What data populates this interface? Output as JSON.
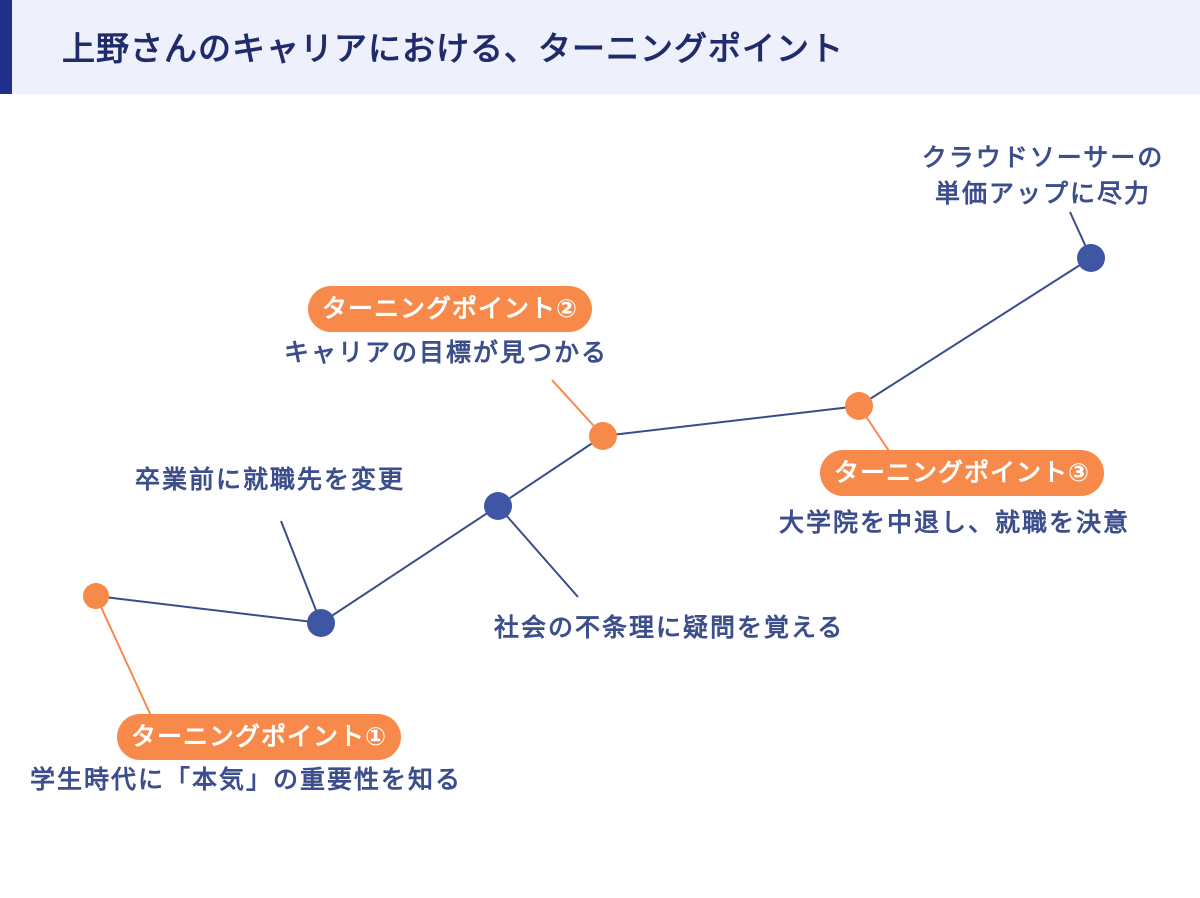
{
  "title": "上野さんのキャリアにおける、ターニングポイント",
  "colors": {
    "orange": "#f78a4a",
    "navy": "#3f56a4",
    "line": "#3b4c8a",
    "header_bg": "#eef1fc",
    "header_accent": "#1f2f8c",
    "text": "#3c4e8c"
  },
  "nodes": [
    {
      "id": "n1",
      "type": "turning-point"
    },
    {
      "id": "n2",
      "type": "event"
    },
    {
      "id": "n3",
      "type": "event"
    },
    {
      "id": "n4",
      "type": "turning-point"
    },
    {
      "id": "n5",
      "type": "turning-point"
    },
    {
      "id": "n6",
      "type": "event"
    }
  ],
  "turning_points": [
    {
      "badge": "ターニングポイント①",
      "text": "学生時代に「本気」の重要性を知る"
    },
    {
      "badge": "ターニングポイント②",
      "text": "キャリアの目標が見つかる"
    },
    {
      "badge": "ターニングポイント③",
      "text": "大学院を中退し、就職を決意"
    }
  ],
  "events": [
    {
      "text": "卒業前に就職先を変更"
    },
    {
      "text": "社会の不条理に疑問を覚える"
    },
    {
      "text_line1": "クラウドソーサーの",
      "text_line2": "単価アップに尽力"
    }
  ]
}
